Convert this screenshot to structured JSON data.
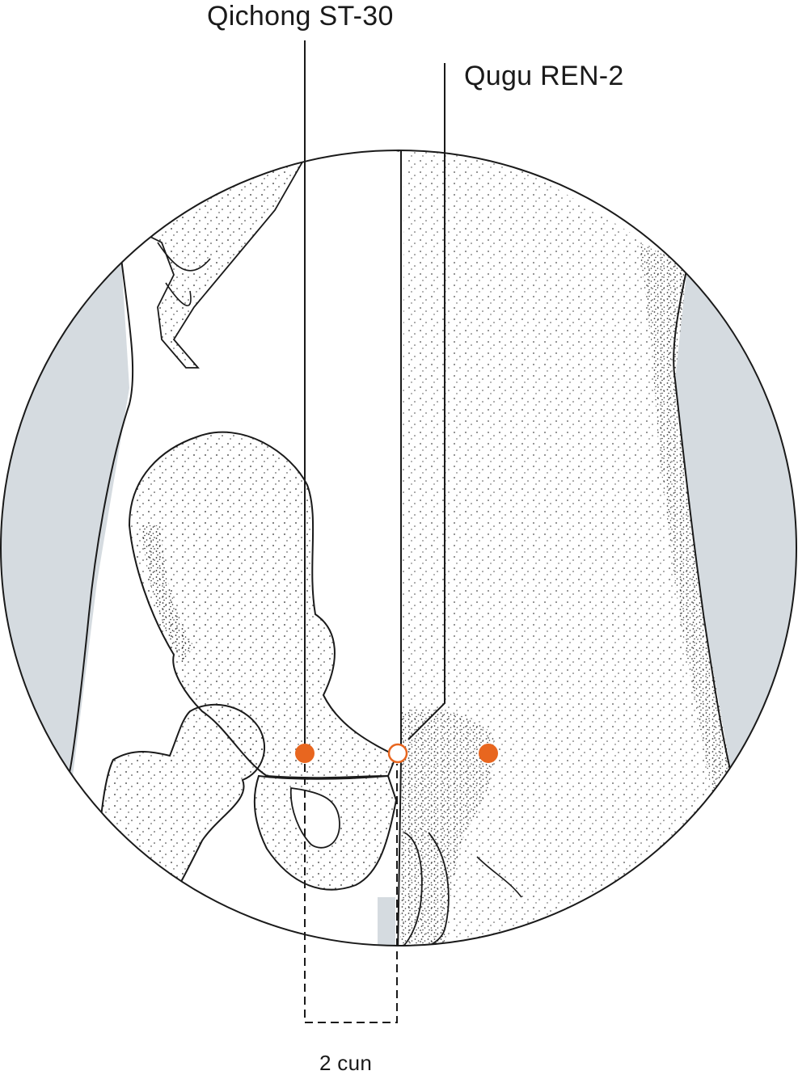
{
  "labels": {
    "qichong": "Qichong ST-30",
    "qugu": "Qugu REN-2",
    "measure": "2 cun"
  },
  "points": [
    {
      "name": "ST-30 left",
      "style": "filled",
      "color": "#e8661f"
    },
    {
      "name": "REN-2",
      "style": "hollow",
      "color": "#e8661f"
    },
    {
      "name": "ST-30 right",
      "style": "filled",
      "color": "#e8661f"
    }
  ],
  "colors": {
    "accent": "#e8661f",
    "background_fill": "#d5dbe0",
    "line": "#1a1a1a",
    "stipple": "#2a2a2a"
  }
}
